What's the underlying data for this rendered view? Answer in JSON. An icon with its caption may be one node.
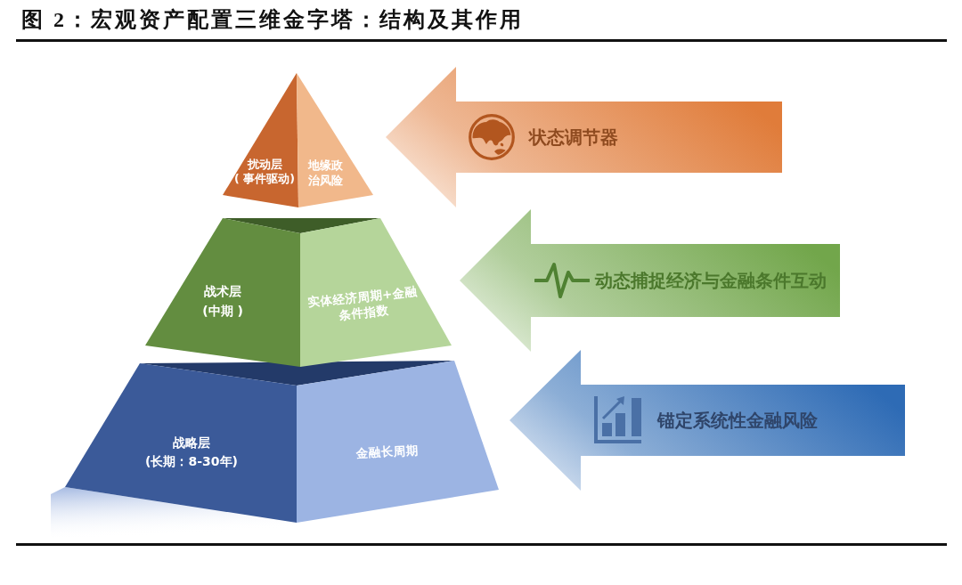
{
  "diagram": {
    "title": "图 2：宏观资产配置三维金字塔：结构及其作用",
    "nodes": [
      {
        "text": [
          "扰动层",
          "( 事件驱动)",
          "地缘政治风险"
        ]
      },
      {
        "text": [
          "战术层",
          "(中期 )",
          "实体经济周期+金融条件指数"
        ]
      },
      {
        "text": [
          "战略层",
          "(长期：8-30年)",
          "金融长周期"
        ]
      }
    ],
    "edges": [
      {
        "from": null,
        "to": 0,
        "arrow": "to",
        "label": "状态调节器",
        "color": "#e07c3a"
      },
      {
        "from": null,
        "to": 1,
        "arrow": "to",
        "label": "动态捕捉经济与金融条件互动",
        "color": "#72a64b"
      },
      {
        "from": null,
        "to": 2,
        "arrow": "to",
        "label": "锚定系统性金融风险",
        "color": "#2e6bb5"
      }
    ]
  }
}
